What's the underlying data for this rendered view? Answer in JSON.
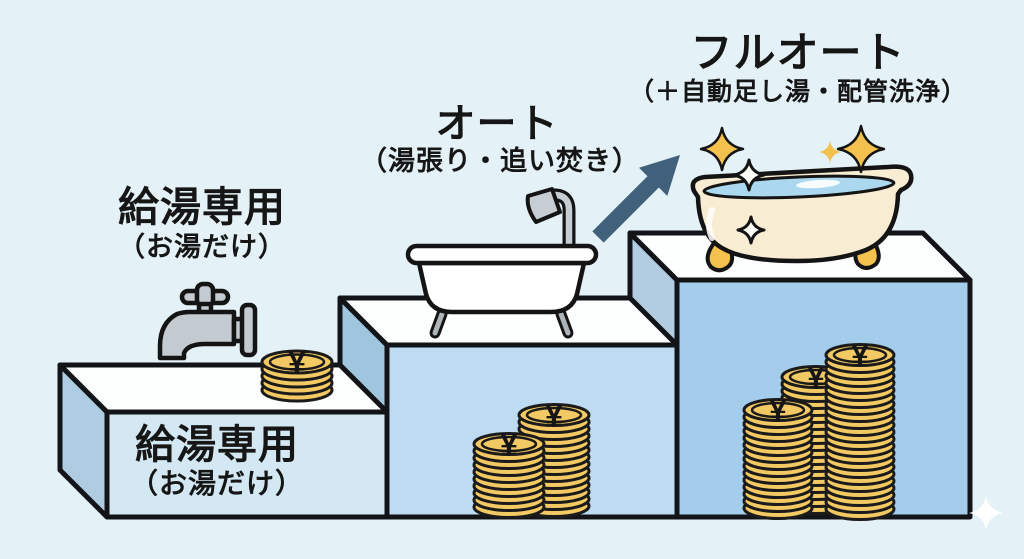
{
  "background_color": "#e4f1f7",
  "outline_color": "#121418",
  "top_face_color": "#fdfefe",
  "currency_symbol": "¥",
  "arrow_color": "#41607c",
  "coin": {
    "fill": "#f3c963",
    "stroke": "#1b1b1b",
    "symbol_color": "#161616"
  },
  "gold_sparkle_color": "#f2c14e",
  "tiers": [
    {
      "id": "kyuto-senyo",
      "label": "給湯専用",
      "sublabel": "（お湯だけ）",
      "face_label": "給湯専用",
      "face_sublabel": "（お湯だけ）",
      "icon": "faucet-icon",
      "coin_stacks": [
        5
      ],
      "front_color": "#d3e8f3",
      "side_color": "#aecde2"
    },
    {
      "id": "auto",
      "label": "オート",
      "sublabel": "（湯張り・追い焚き）",
      "icon": "bathtub-shower-icon",
      "coin_stacks": [
        10,
        14
      ],
      "front_color": "#bddcf1",
      "side_color": "#a0c5de"
    },
    {
      "id": "full-auto",
      "label": "フルオート",
      "sublabel": "（＋自動足し湯・配管洗浄）",
      "icon": "bathtub-sparkles-icon",
      "coin_stacks": [
        15,
        19,
        23
      ],
      "front_color": "#a3cdea",
      "side_color": "#b2cde2"
    }
  ]
}
